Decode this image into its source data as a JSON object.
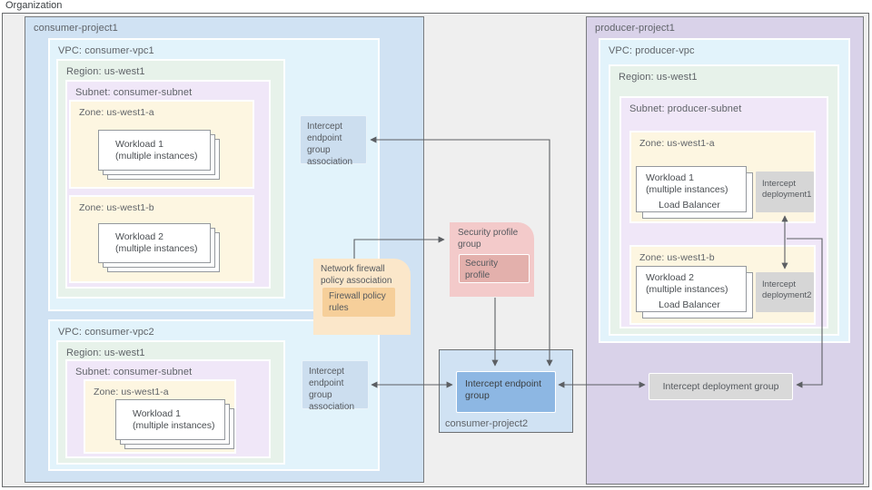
{
  "org": {
    "label": "Organization"
  },
  "cp1": {
    "title": "consumer-project1",
    "vpc1": {
      "title": "VPC: consumer-vpc1",
      "region_title": "Region: us-west1",
      "subnet_title": "Subnet: consumer-subnet",
      "zone_a_title": "Zone: us-west1-a",
      "zone_b_title": "Zone: us-west1-b",
      "workload1_line1": "Workload 1",
      "workload1_line2": "(multiple instances)",
      "workload2_line1": "Workload 2",
      "workload2_line2": "(multiple instances)",
      "assoc": "Intercept endpoint group association"
    },
    "vpc2": {
      "title": "VPC: consumer-vpc2",
      "region_title": "Region: us-west1",
      "subnet_title": "Subnet: consumer-subnet",
      "zone_a_title": "Zone: us-west1-a",
      "workload1_line1": "Workload 1",
      "workload1_line2": "(multiple instances)",
      "assoc": "Intercept endpoint group association"
    }
  },
  "firewall": {
    "title": "Network firewall policy association",
    "rules": "Firewall policy rules"
  },
  "security": {
    "title": "Security profile group",
    "profile": "Security profile"
  },
  "cp2": {
    "title": "consumer-project2",
    "endpoint_group": "Intercept endpoint group"
  },
  "pp1": {
    "title": "producer-project1",
    "vpc": {
      "title": "VPC: producer-vpc",
      "region_title": "Region: us-west1",
      "subnet_title": "Subnet: producer-subnet",
      "zone_a_title": "Zone: us-west1-a",
      "zone_b_title": "Zone: us-west1-b",
      "workload1_line1": "Workload 1",
      "workload1_line2": "(multiple instances)",
      "workload1_lb": "Load Balancer",
      "workload2_line1": "Workload 2",
      "workload2_line2": "(multiple instances)",
      "workload2_lb": "Load Balancer",
      "deployment1": "Intercept deployment1",
      "deployment2": "Intercept deployment2"
    },
    "deployment_group": "Intercept deployment group"
  },
  "colors": {
    "project_blue": "#d0e2f3",
    "vpc_cyan": "#e2f3fb",
    "region_green": "#e7f2ea",
    "subnet_purple": "#f0e7f8",
    "zone_yellow": "#fdf6e1",
    "producer_purple": "#d9d2e9",
    "endpoint_blue": "#8db7e3",
    "assoc_blue": "#ccdeef",
    "firewall_orange": "#fbe7ca",
    "rules_orange": "#f6cf9a",
    "security_pink": "#f3caca",
    "profile_pink": "#e3b0ac",
    "gray_box": "#d6d6d6",
    "line": "#5f6368"
  }
}
